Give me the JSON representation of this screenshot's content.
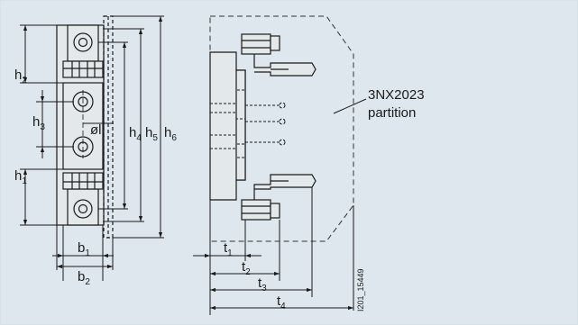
{
  "colors": {
    "background": "#dde7ed",
    "line": "#1a1a1a",
    "part_fill": "#e3e8eb",
    "partition_line": "#333333"
  },
  "front_view": {
    "dimensions": {
      "h1": {
        "main": "h",
        "sub": "1"
      },
      "h2": {
        "main": "h",
        "sub": "2"
      },
      "h3": {
        "main": "h",
        "sub": "3"
      },
      "h4": {
        "main": "h",
        "sub": "4"
      },
      "h5": {
        "main": "h",
        "sub": "5"
      },
      "h6": {
        "main": "h",
        "sub": "6"
      },
      "b1": {
        "main": "b",
        "sub": "1"
      },
      "b2": {
        "main": "b",
        "sub": "2"
      },
      "hole": "øl"
    }
  },
  "side_view": {
    "partition_label": {
      "line1": "3NX2023",
      "line2": "partition"
    },
    "dimensions": {
      "t1": {
        "main": "t",
        "sub": "1"
      },
      "t2": {
        "main": "t",
        "sub": "2"
      },
      "t3": {
        "main": "t",
        "sub": "3"
      },
      "t4": {
        "main": "t",
        "sub": "4"
      }
    }
  },
  "drawing_code": "I201_15449"
}
